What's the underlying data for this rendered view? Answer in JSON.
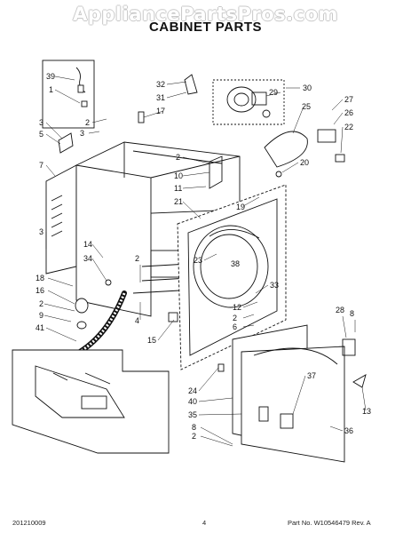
{
  "watermark": "AppliancePartsPros.com",
  "title": "CABINET PARTS",
  "callouts": [
    "39",
    "1",
    "3",
    "2",
    "17",
    "5",
    "3",
    "7",
    "3",
    "18",
    "16",
    "2",
    "9",
    "41",
    "14",
    "34",
    "2",
    "4",
    "15",
    "32",
    "31",
    "2",
    "10",
    "11",
    "21",
    "19",
    "29",
    "30",
    "25",
    "27",
    "26",
    "22",
    "20",
    "23",
    "38",
    "33",
    "12",
    "2",
    "6",
    "28",
    "8",
    "13",
    "24",
    "40",
    "37",
    "35",
    "36",
    "8",
    "2"
  ],
  "footer": {
    "left": "201210009",
    "center": "4",
    "right": "Part No. W10546479  Rev. A"
  }
}
